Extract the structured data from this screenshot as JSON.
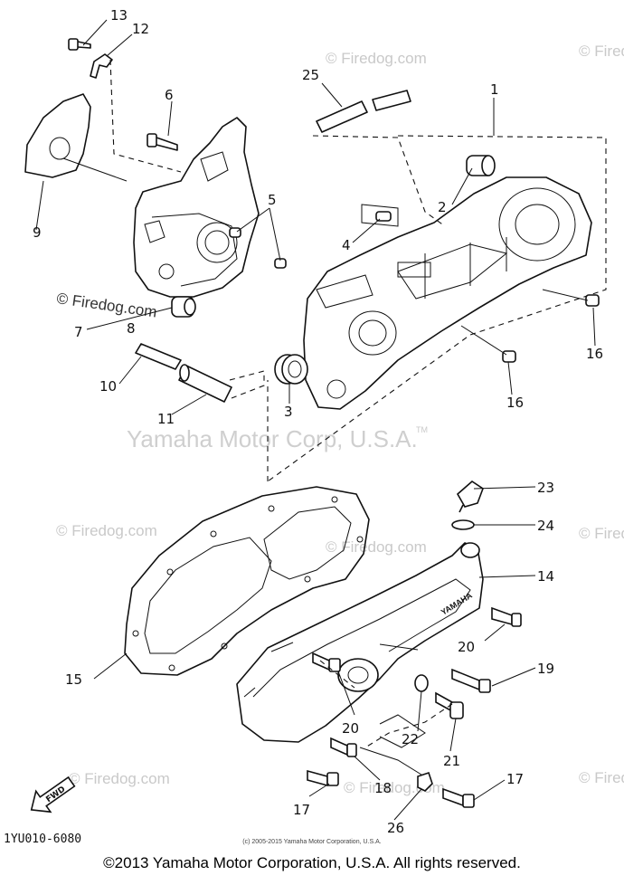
{
  "diagram": {
    "code": "1YU010-6080",
    "credit_small": "(c) 2005-2015 Yamaha Motor Corporation, U.S.A.",
    "copyright": "©2013 Yamaha Motor Corporation, U.S.A. All rights reserved.",
    "center_watermark": "Yamaha Motor Corp, U.S.A.",
    "tm_mark": "TM",
    "site_watermark": "© Firedog.com",
    "fwd_label": "FWD",
    "cover_logo": "YAMAHA"
  },
  "callouts": [
    "13",
    "12",
    "6",
    "9",
    "5",
    "7",
    "8",
    "10",
    "11",
    "25",
    "1",
    "2",
    "4",
    "16",
    "16",
    "3",
    "23",
    "24",
    "14",
    "15",
    "20",
    "19",
    "20",
    "22",
    "21",
    "17",
    "18",
    "17",
    "26"
  ]
}
